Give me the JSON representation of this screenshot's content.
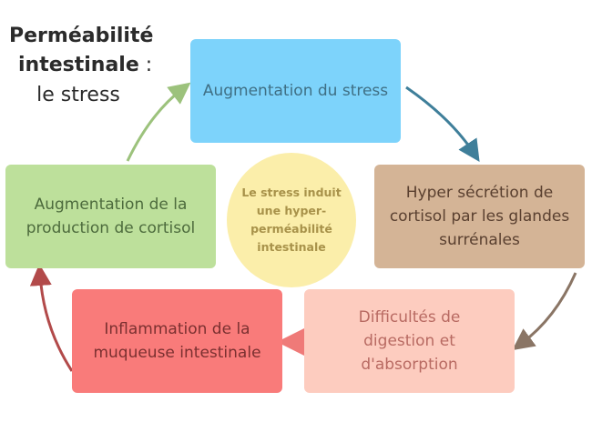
{
  "title": {
    "line1": "Perméabilité",
    "line2": "intestinale",
    "colon": " :",
    "line3": "le stress"
  },
  "center": {
    "text": "Le stress induit une hyper-perméabilité intestinale",
    "color": "#fbeeaa"
  },
  "steps": [
    {
      "id": "stress",
      "text": "Augmentation du stress",
      "color": "#7dd3fb"
    },
    {
      "id": "hypersecretion",
      "text": "Hyper sécrétion de cortisol par les glandes surrénales",
      "color": "#d4b496"
    },
    {
      "id": "digestion",
      "text": "Difficultés de digestion et d'absorption",
      "color": "#fdccbf"
    },
    {
      "id": "inflammation",
      "text": "Inflammation de la muqueuse intestinale",
      "color": "#f97b7a"
    },
    {
      "id": "cortisol",
      "text": "Augmentation de la production de cortisol",
      "color": "#bde09b"
    }
  ]
}
